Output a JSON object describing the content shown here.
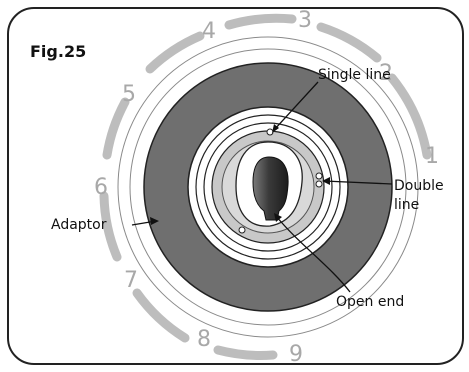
{
  "figure": {
    "title": "Fig.25"
  },
  "labels": {
    "single_line": "Single line",
    "double_line_1": "Double",
    "double_line_2": "line",
    "adaptor": "Adaptor",
    "open_end": "Open end"
  },
  "dial": {
    "numbers": [
      "1",
      "2",
      "3",
      "4",
      "5",
      "6",
      "7",
      "8",
      "9"
    ]
  },
  "colors": {
    "frame": "#222222",
    "dark_ring": "#6f6f6f",
    "light_gray": "#bdbdbd",
    "dial_marks": "#bdbdbd",
    "dial_numbers": "#a8a8a8",
    "knob_dark": "#3a3a3a"
  }
}
